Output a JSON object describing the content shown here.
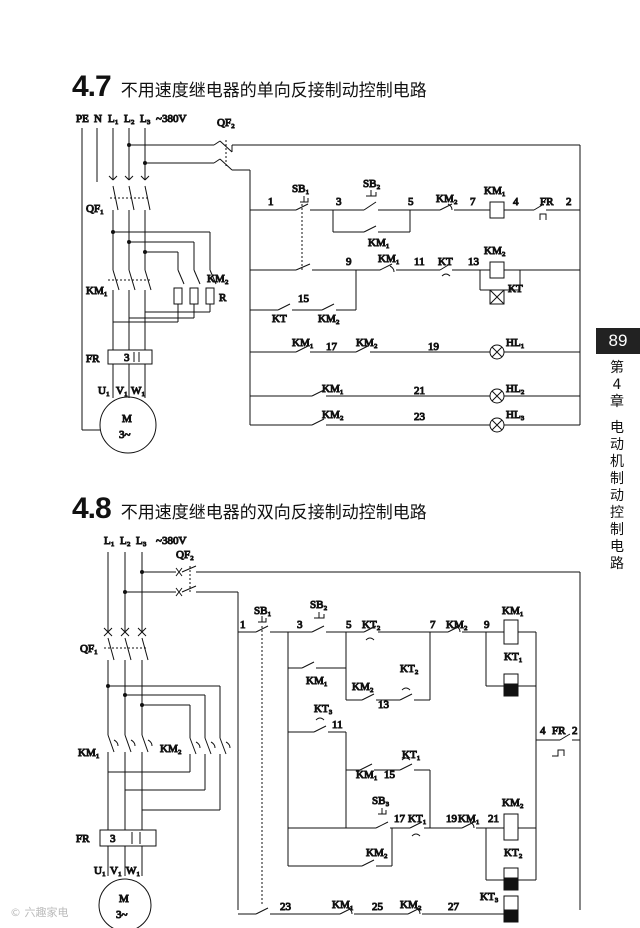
{
  "page": {
    "number": "89",
    "chapter": [
      "第",
      "4",
      "章"
    ],
    "chapter_title": [
      "电",
      "动",
      "机",
      "制",
      "动",
      "控",
      "制",
      "电",
      "路"
    ],
    "watermark": "© 六趣家电"
  },
  "section1": {
    "num": "4.7",
    "title": "不用速度继电器的单向反接制动控制电路",
    "labels": {
      "pe": "PE",
      "n": "N",
      "l1": "L₁",
      "l2": "L₂",
      "l3": "L₃",
      "volt": "~380V",
      "qf2": "QF₂",
      "qf1": "QF₁",
      "km1": "KM₁",
      "km2": "KM₂",
      "r": "R",
      "fr": "FR",
      "fr_num": "3",
      "u1": "U₁",
      "v1": "V₁",
      "w1": "W₁",
      "motor": "M",
      "motor_sub": "3~",
      "n1": "1",
      "sb1": "SB₁",
      "n3": "3",
      "sb2": "SB₂",
      "n5": "5",
      "c_km2_a": "KM₂",
      "n7": "7",
      "coil_km1": "KM₁",
      "n4": "4",
      "c_fr": "FR",
      "n2": "2",
      "c_km1_a": "KM₁",
      "n9": "9",
      "c_km1_b": "KM₁",
      "n11": "11",
      "c_kt_a": "KT",
      "n13": "13",
      "coil_km2": "KM₂",
      "coil_kt": "KT",
      "n15": "15",
      "c_kt_b": "KT",
      "c_km2_b": "KM₂",
      "c_km1_c": "KM₁",
      "n17": "17",
      "c_km2_c": "KM₂",
      "n19": "19",
      "hl1": "HL₁",
      "c_km1_d": "KM₁",
      "n21": "21",
      "hl2": "HL₂",
      "c_km2_d": "KM₂",
      "n23": "23",
      "hl3": "HL₃"
    }
  },
  "section2": {
    "num": "4.8",
    "title": "不用速度继电器的双向反接制动控制电路",
    "labels": {
      "l1": "L₁",
      "l2": "L₂",
      "l3": "L₃",
      "volt": "~380V",
      "qf2": "QF₂",
      "qf1": "QF₁",
      "km1": "KM₁",
      "km2": "KM₂",
      "fr": "FR",
      "fr_num": "3",
      "u1": "U₁",
      "v1": "V₁",
      "w1": "W₁",
      "motor": "M",
      "motor_sub": "3~",
      "n1": "1",
      "sb1": "SB₁",
      "n3": "3",
      "sb2": "SB₂",
      "n5": "5",
      "kt2_a": "KT₂",
      "n7": "7",
      "c_km2_a": "KM₂",
      "n9": "9",
      "coil_km1": "KM₁",
      "c_km1_a": "KM₁",
      "coil_kt1": "KT₁",
      "c_km2_b": "KM₂",
      "kt2_b": "KT₂",
      "n13": "13",
      "kt3_a": "KT₃",
      "n11": "11",
      "n4": "4",
      "c_fr": "FR",
      "n2": "2",
      "c_km1_b": "KM₁",
      "kt1_a": "KT₁",
      "n15": "15",
      "sb3": "SB₃",
      "n17": "17",
      "kt1_b": "KT₁",
      "n19": "19",
      "c_km1_c": "KM₁",
      "n21": "21",
      "coil_km2": "KM₂",
      "coil_kt2": "KT₂",
      "c_km2_c": "KM₂",
      "n23": "23",
      "c_km1_d": "KM₁",
      "n25": "25",
      "c_km2_d": "KM₂",
      "n27": "27",
      "coil_kt3": "KT₃"
    }
  }
}
